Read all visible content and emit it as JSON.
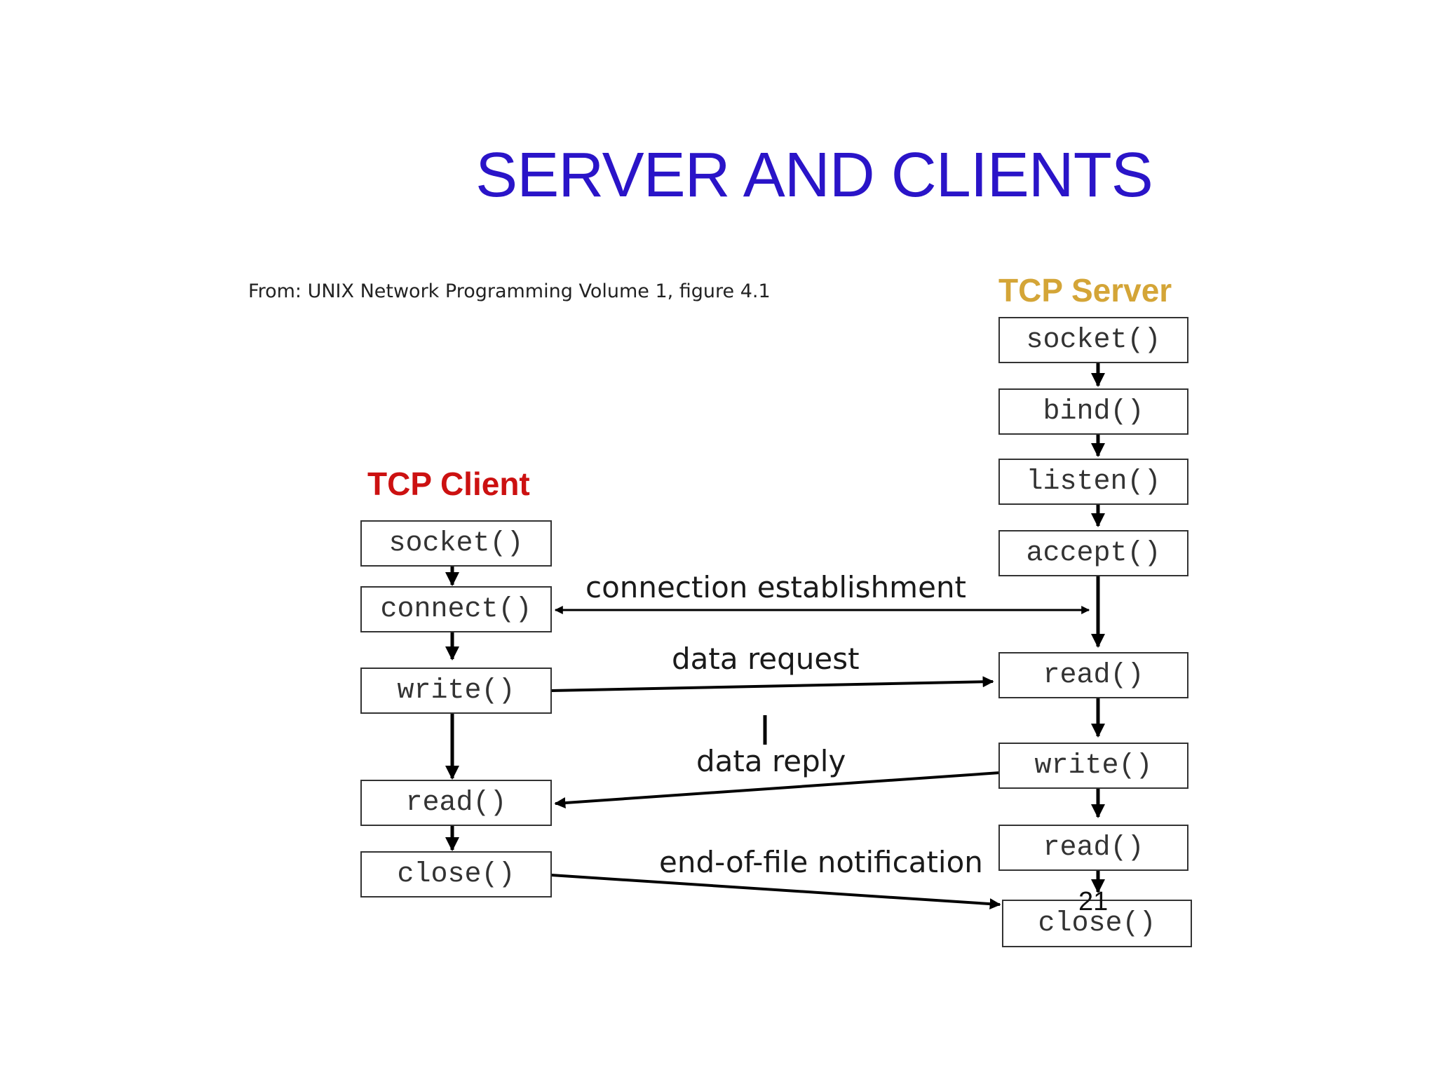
{
  "title": "SERVER AND CLIENTS",
  "source_note": "From: UNIX Network Programming Volume 1, figure 4.1",
  "colors": {
    "title": "#2a14c8",
    "server_heading": "#d4a537",
    "client_heading": "#cc1111",
    "box_border": "#333333",
    "arrow": "#000000"
  },
  "server": {
    "heading": "TCP Server",
    "calls": [
      "socket()",
      "bind()",
      "listen()",
      "accept()",
      "read()",
      "write()",
      "read()",
      "close()"
    ]
  },
  "client": {
    "heading": "TCP Client",
    "calls": [
      "socket()",
      "connect()",
      "write()",
      "read()",
      "close()"
    ]
  },
  "messages": {
    "connection": "connection establishment",
    "data_request": "data request",
    "data_reply": "data reply",
    "eof": "end-of-file notification"
  },
  "page_number": "21"
}
